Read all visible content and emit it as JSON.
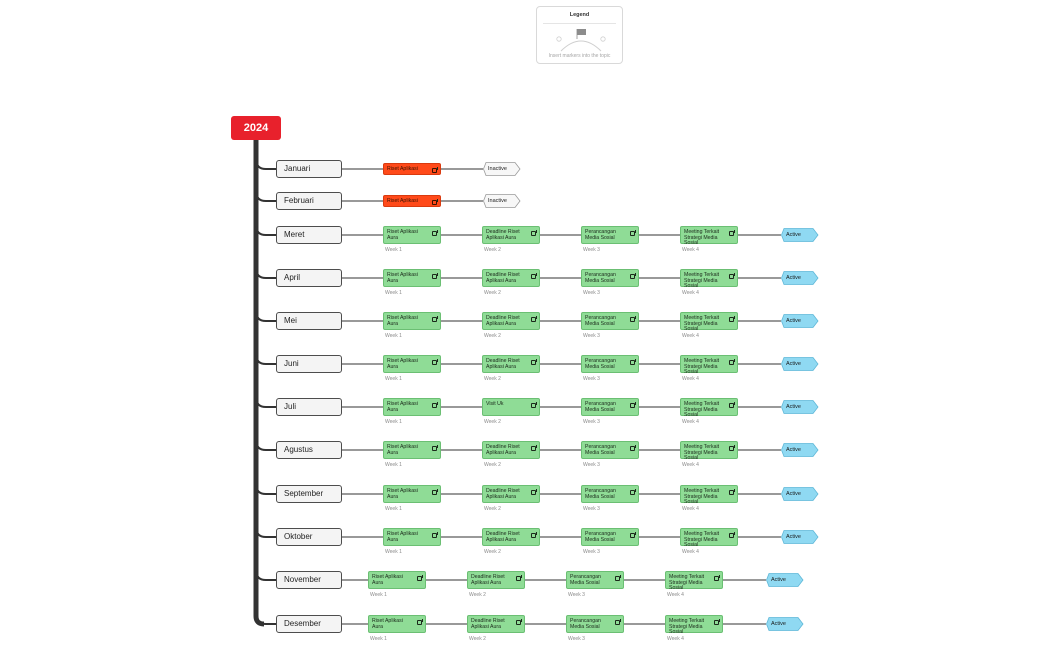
{
  "legend": {
    "title": "Legend",
    "hint": "Insert markers into the topic"
  },
  "root": {
    "label": "2024"
  },
  "months": [
    {
      "name": "Januari",
      "status": "Inactive",
      "tasks": [
        {
          "text": "Riset Aplikasi",
          "color": "orange",
          "week": ""
        }
      ]
    },
    {
      "name": "Februari",
      "status": "Inactive",
      "tasks": [
        {
          "text": "Riset Aplikasi",
          "color": "orange",
          "week": ""
        }
      ]
    },
    {
      "name": "Meret",
      "status": "Active",
      "tasks": [
        {
          "text": "Riset Aplikasi Aura",
          "color": "green",
          "week": "Week 1"
        },
        {
          "text": "Deadline Riset Aplikasi Aura",
          "color": "green",
          "week": "Week 2"
        },
        {
          "text": "Perancangan Media Sosial",
          "color": "green",
          "week": "Week 3"
        },
        {
          "text": "Meeting Terkait Strategi Media Sosial",
          "color": "green",
          "week": "Week 4"
        }
      ]
    },
    {
      "name": "April",
      "status": "Active",
      "tasks": [
        {
          "text": "Riset Aplikasi Aura",
          "color": "green",
          "week": "Week 1"
        },
        {
          "text": "Deadline Riset Aplikasi Aura",
          "color": "green",
          "week": "Week 2"
        },
        {
          "text": "Perancangan Media Sosial",
          "color": "green",
          "week": "Week 3"
        },
        {
          "text": "Meeting Terkait Strategi Media Sosial",
          "color": "green",
          "week": "Week 4"
        }
      ]
    },
    {
      "name": "Mei",
      "status": "Active",
      "tasks": [
        {
          "text": "Riset Aplikasi Aura",
          "color": "green",
          "week": "Week 1"
        },
        {
          "text": "Deadline Riset Aplikasi Aura",
          "color": "green",
          "week": "Week 2"
        },
        {
          "text": "Perancangan Media Sosial",
          "color": "green",
          "week": "Week 3"
        },
        {
          "text": "Meeting Terkait Strategi Media Sosial",
          "color": "green",
          "week": "Week 4"
        }
      ]
    },
    {
      "name": "Juni",
      "status": "Active",
      "tasks": [
        {
          "text": "Riset Aplikasi Aura",
          "color": "green",
          "week": "Week 1"
        },
        {
          "text": "Deadline Riset Aplikasi Aura",
          "color": "green",
          "week": "Week 2"
        },
        {
          "text": "Perancangan Media Sosial",
          "color": "green",
          "week": "Week 3"
        },
        {
          "text": "Meeting Terkait Strategi Media Sosial",
          "color": "green",
          "week": "Week 4"
        }
      ]
    },
    {
      "name": "Juli",
      "status": "Active",
      "tasks": [
        {
          "text": "Riset Aplikasi Aura",
          "color": "green",
          "week": "Week 1"
        },
        {
          "text": "Visit Uk",
          "color": "green",
          "week": "Week 2"
        },
        {
          "text": "Perancangan Media Sosial",
          "color": "green",
          "week": "Week 3"
        },
        {
          "text": "Meeting Terkait Strategi Media Sosial",
          "color": "green",
          "week": "Week 4"
        }
      ]
    },
    {
      "name": "Agustus",
      "status": "Active",
      "tasks": [
        {
          "text": "Riset Aplikasi Aura",
          "color": "green",
          "week": "Week 1"
        },
        {
          "text": "Deadline Riset Aplikasi Aura",
          "color": "green",
          "week": "Week 2"
        },
        {
          "text": "Perancangan Media Sosial",
          "color": "green",
          "week": "Week 3"
        },
        {
          "text": "Meeting Terkait Strategi Media Sosial",
          "color": "green",
          "week": "Week 4"
        }
      ]
    },
    {
      "name": "September",
      "status": "Active",
      "tasks": [
        {
          "text": "Riset Aplikasi Aura",
          "color": "green",
          "week": "Week 1"
        },
        {
          "text": "Deadline Riset Aplikasi Aura",
          "color": "green",
          "week": "Week 2"
        },
        {
          "text": "Perancangan Media Sosial",
          "color": "green",
          "week": "Week 3"
        },
        {
          "text": "Meeting Terkait Strategi Media Sosial",
          "color": "green",
          "week": "Week 4"
        }
      ]
    },
    {
      "name": "Oktober",
      "status": "Active",
      "tasks": [
        {
          "text": "Riset Aplikasi Aura",
          "color": "green",
          "week": "Week 1"
        },
        {
          "text": "Deadline Riset Aplikasi Aura",
          "color": "green",
          "week": "Week 2"
        },
        {
          "text": "Perancangan Media Sosial",
          "color": "green",
          "week": "Week 3"
        },
        {
          "text": "Meeting Terkait Strategi Media Sosial",
          "color": "green",
          "week": "Week 4"
        }
      ]
    },
    {
      "name": "November",
      "status": "Active",
      "tasks": [
        {
          "text": "Riset Aplikasi Aura",
          "color": "green",
          "week": "Week 1"
        },
        {
          "text": "Deadline Riset Aplikasi Aura",
          "color": "green",
          "week": "Week 2"
        },
        {
          "text": "Perancangan Media Sosial",
          "color": "green",
          "week": "Week 3"
        },
        {
          "text": "Meeting Terkait Strategi Media Sosial",
          "color": "green",
          "week": "Week 4"
        }
      ]
    },
    {
      "name": "Desember",
      "status": "Active",
      "tasks": [
        {
          "text": "Riset Aplikasi Aura",
          "color": "green",
          "week": "Week 1"
        },
        {
          "text": "Deadline Riset Aplikasi Aura",
          "color": "green",
          "week": "Week 2"
        },
        {
          "text": "Perancangan Media Sosial",
          "color": "green",
          "week": "Week 3"
        },
        {
          "text": "Meeting Terkait Strategi Media Sosial",
          "color": "green",
          "week": "Week 4"
        }
      ]
    }
  ],
  "colors": {
    "root": "#e8212c",
    "task_green": "#8fdc96",
    "task_orange": "#ff4a1a",
    "status_active": "#8fd9f2",
    "status_inactive": "#f7f7f7",
    "connector": "#333333"
  },
  "icons": {
    "task_link": "external-link-icon",
    "legend_marker": "flag-icon"
  }
}
